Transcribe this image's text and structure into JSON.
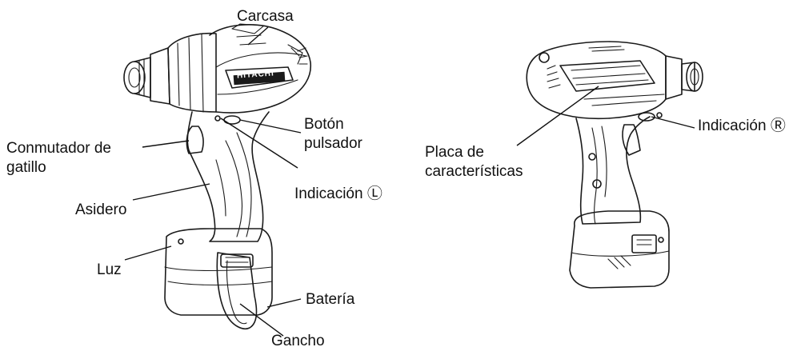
{
  "figure": {
    "labels": {
      "carcasa": "Carcasa",
      "boton_1": "Botón",
      "boton_2": "pulsador",
      "conmutador_1": "Conmutador de",
      "conmutador_2": "gatillo",
      "asidero": "Asidero",
      "indicacion_l": "Indicación Ⓛ",
      "luz": "Luz",
      "bateria": "Batería",
      "gancho": "Gancho",
      "placa_1": "Placa de",
      "placa_2": "características",
      "indicacion_r": "Indicación Ⓡ"
    },
    "brand": "HITACHI"
  }
}
